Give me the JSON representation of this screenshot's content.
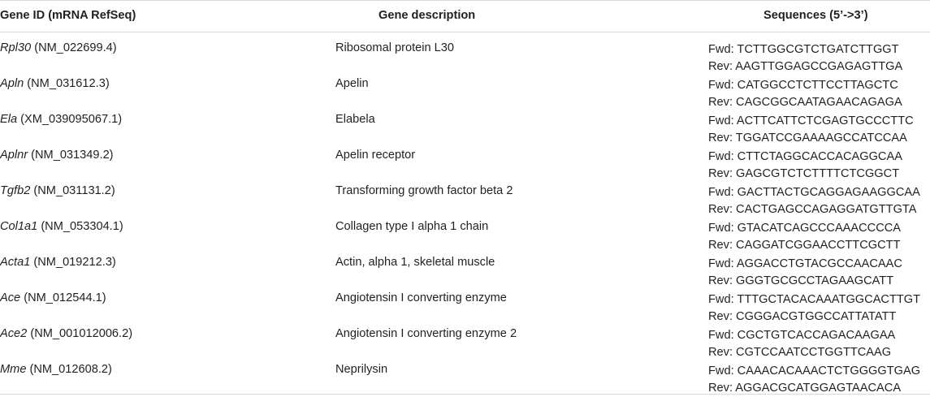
{
  "table": {
    "headers": [
      "Gene ID (mRNA RefSeq)",
      "Gene description",
      "Sequences (5’->3’)"
    ],
    "rows": [
      {
        "gene": "Rpl30",
        "refseq": "(NM_022699.4)",
        "description": "Ribosomal protein L30",
        "fwd": "Fwd: TCTTGGCGTCTGATCTTGGT",
        "rev": "Rev: AAGTTGGAGCCGAGAGTTGA"
      },
      {
        "gene": "Apln",
        "refseq": "(NM_031612.3)",
        "description": "Apelin",
        "fwd": "Fwd: CATGGCCTCTTCCTTAGCTC",
        "rev": "Rev: CAGCGGCAATAGAACAGAGA"
      },
      {
        "gene": "Ela",
        "refseq": "(XM_039095067.1)",
        "description": "Elabela",
        "fwd": "Fwd: ACTTCATTCTCGAGTGCCCTTC",
        "rev": "Rev: TGGATCCGAAAAGCCATCCAA"
      },
      {
        "gene": "Aplnr",
        "refseq": "(NM_031349.2)",
        "description": "Apelin receptor",
        "fwd": "Fwd: CTTCTAGGCACCACAGGCAA",
        "rev": "Rev: GAGCGTCTCTTTTCTCGGCT"
      },
      {
        "gene": "Tgfb2",
        "refseq": "(NM_031131.2)",
        "description": "Transforming growth factor beta 2",
        "fwd": "Fwd: GACTTACTGCAGGAGAAGGCAA",
        "rev": "Rev: CACTGAGCCAGAGGATGTTGTA"
      },
      {
        "gene": "Col1a1",
        "refseq": "(NM_053304.1)",
        "description": "Collagen type I alpha 1 chain",
        "fwd": "Fwd: GTACATCAGCCCAAACCCCA",
        "rev": "Rev: CAGGATCGGAACCTTCGCTT"
      },
      {
        "gene": "Acta1",
        "refseq": "(NM_019212.3)",
        "description": "Actin, alpha 1, skeletal muscle",
        "fwd": "Fwd: AGGACCTGTACGCCAACAAC",
        "rev": "Rev: GGGTGCGCCTAGAAGCATT"
      },
      {
        "gene": "Ace",
        "refseq": "(NM_012544.1)",
        "description": "Angiotensin I converting enzyme",
        "fwd": "Fwd: TTTGCTACACAAATGGCACTTGT",
        "rev": "Rev: CGGGACGTGGCCATTATATT"
      },
      {
        "gene": "Ace2",
        "refseq": "(NM_001012006.2)",
        "description": "Angiotensin I converting enzyme 2",
        "fwd": "Fwd: CGCTGTCACCAGACAAGAA",
        "rev": "Rev: CGTCCAATCCTGGTTCAAG"
      },
      {
        "gene": "Mme",
        "refseq": "(NM_012608.2)",
        "description": "Neprilysin",
        "fwd": "Fwd: CAAACACAAACTCTGGGGTGAG",
        "rev": "Rev: AGGACGCATGGAGTAACACA"
      }
    ]
  }
}
